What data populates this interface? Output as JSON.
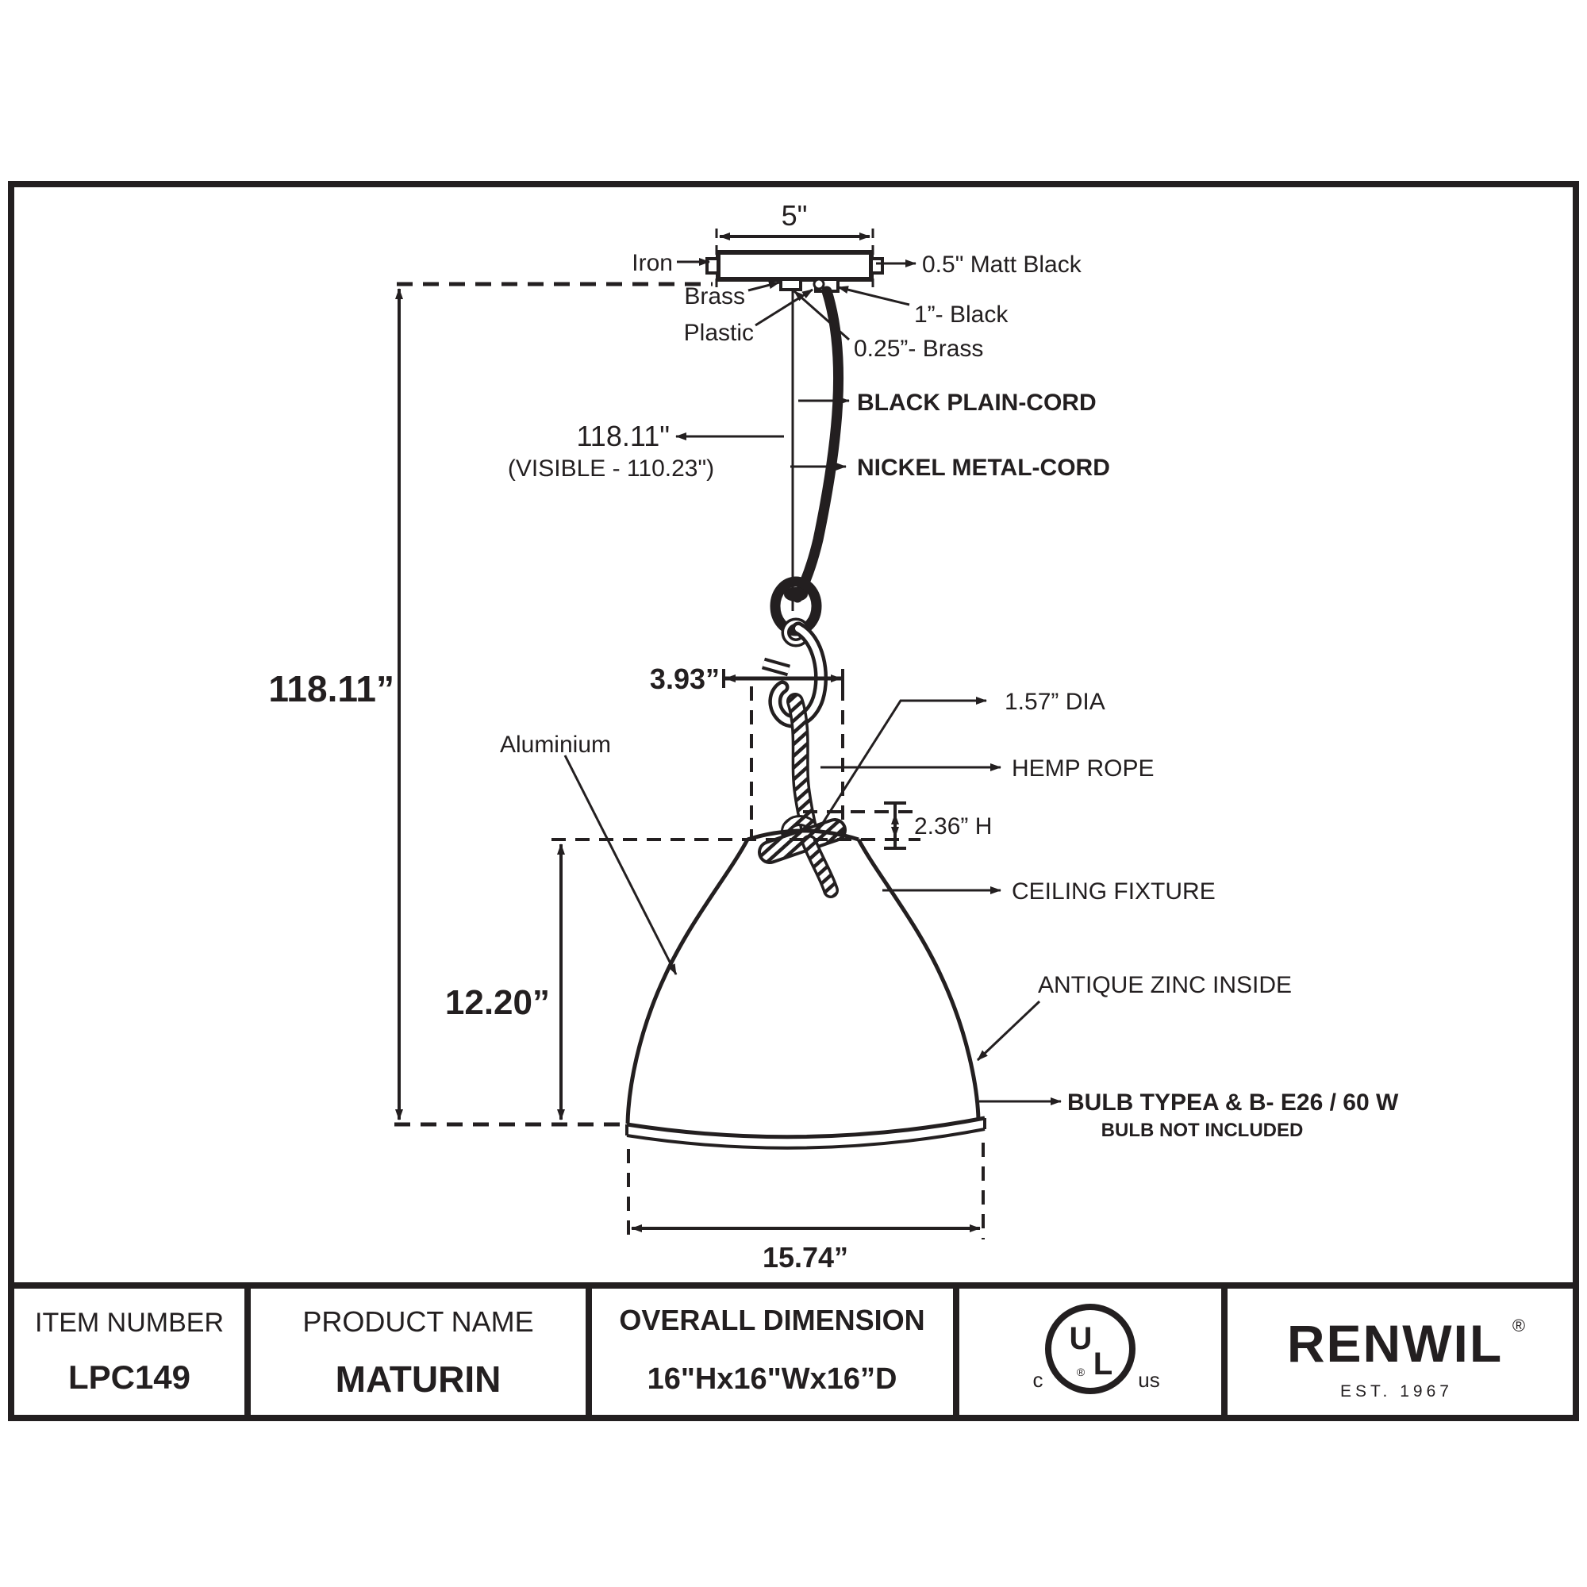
{
  "colors": {
    "line": "#231f20",
    "background": "#ffffff"
  },
  "drawing": {
    "canopy_width": "5\"",
    "canopy_material": "Iron",
    "canopy_thickness": "0.5\" Matt Black",
    "nut_material": "Brass",
    "stem_size": "1”- Black",
    "strain_relief": "Plastic",
    "loop_size": "0.25”- Brass",
    "plain_cord": "BLACK PLAIN-CORD",
    "cord_length": "118.11\"",
    "cord_visible": "(VISIBLE - 110.23\")",
    "metal_cord": "NICKEL METAL-CORD",
    "overall_height": "118.11”",
    "hook_width": "3.93”",
    "rope_diameter": "1.57” DIA",
    "shade_material": "Aluminium",
    "rope_material": "HEMP ROPE",
    "knot_height": "2.36” H",
    "fixture_label": "CEILING FIXTURE",
    "inside_finish": "ANTIQUE ZINC INSIDE",
    "shade_height": "12.20”",
    "bulb_spec": "BULB TYPEA & B- E26 / 60 W",
    "bulb_note": "BULB NOT INCLUDED",
    "shade_width": "15.74”"
  },
  "table": {
    "item": {
      "label": "ITEM NUMBER",
      "value": "LPC149"
    },
    "product": {
      "label": "PRODUCT NAME",
      "value": "MATURIN"
    },
    "dimension": {
      "label": "OVERALL DIMENSION",
      "value": "16\"Hx16\"Wx16”D"
    },
    "certification": {
      "c": "c",
      "u": "U",
      "l": "L",
      "us": "us",
      "reg": "®"
    },
    "brand": {
      "name": "RENWIL",
      "reg": "®",
      "est": "EST. 1967"
    }
  }
}
